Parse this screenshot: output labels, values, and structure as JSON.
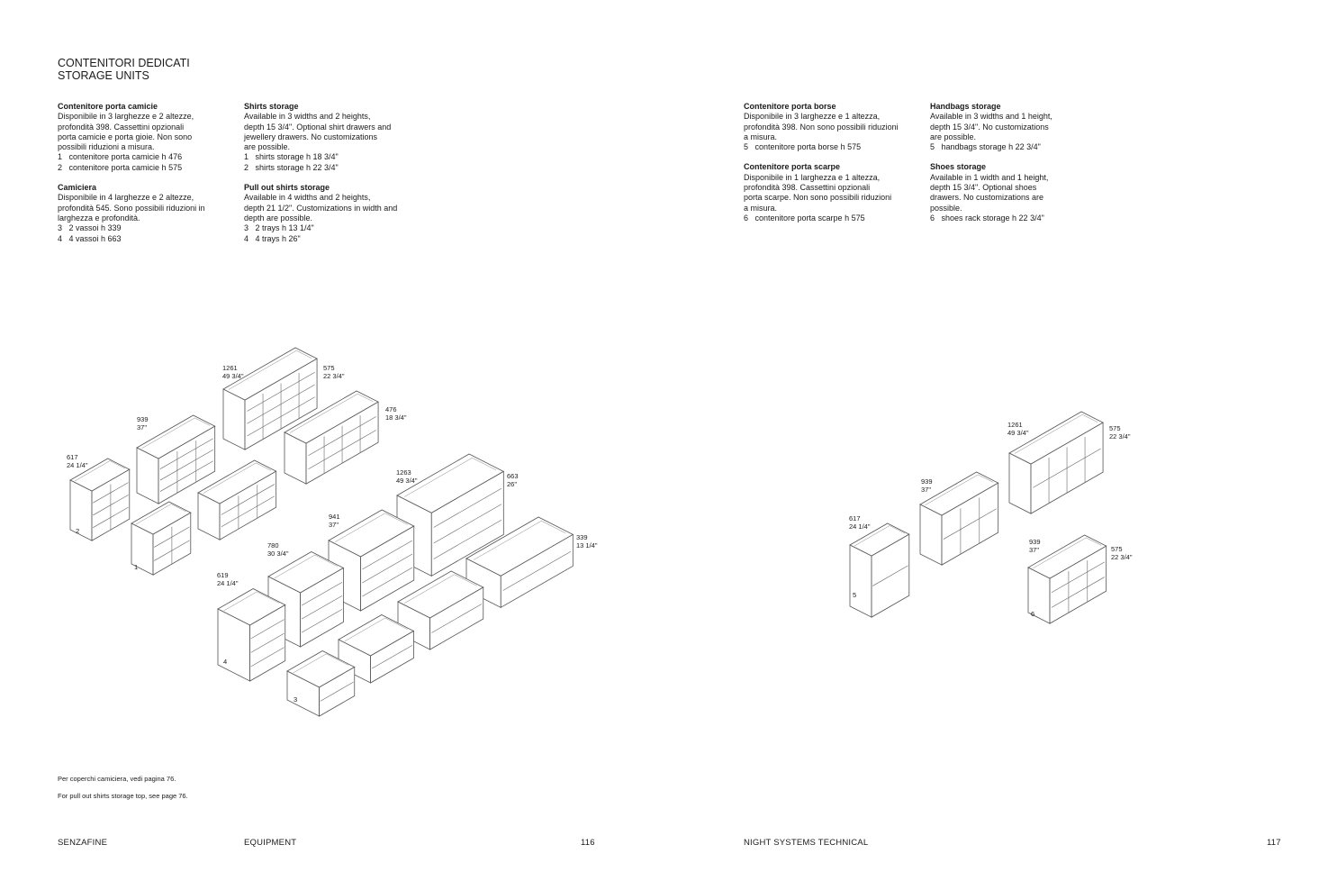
{
  "title": [
    "CONTENITORI DEDICATI",
    "STORAGE UNITS"
  ],
  "blocks": {
    "camicie_it": {
      "heading": "Contenitore porta camicie",
      "body": "Disponibile in 3 larghezze e 2 altezze,\nprofondità 398. Cassettini opzionali\nporta camicie e porta gioie. Non sono\npossibili riduzioni a misura.",
      "items": [
        "1   contenitore porta camicie h 476",
        "2   contenitore porta camicie h 575"
      ]
    },
    "camiciera_it": {
      "heading": "Camiciera",
      "body": "Disponibile in 4 larghezze e 2 altezze,\nprofondità 545. Sono possibili riduzioni in\nlarghezza e profondità.",
      "items": [
        "3   2 vassoi h 339",
        "4   4 vassoi h 663"
      ]
    },
    "shirts_en": {
      "heading": "Shirts storage",
      "body": "Available in 3 widths and 2 heights,\ndepth 15 3/4\". Optional shirt drawers and\njewellery drawers. No customizations\nare possible.",
      "items": [
        "1   shirts storage h 18 3/4\"",
        "2   shirts storage h 22 3/4\""
      ]
    },
    "pullout_en": {
      "heading": "Pull out shirts storage",
      "body": "Available in 4 widths and 2 heights,\ndepth 21 1/2\". Customizations in width and\ndepth are possible.",
      "items": [
        "3   2 trays h 13 1/4\"",
        "4   4 trays h 26\""
      ]
    },
    "borse_it": {
      "heading": "Contenitore porta borse",
      "body": "Disponibile in 3 larghezze e 1 altezza,\nprofondità 398. Non sono possibili riduzioni\na misura.",
      "items": [
        "5   contenitore porta borse h 575"
      ]
    },
    "scarpe_it": {
      "heading": "Contenitore porta scarpe",
      "body": "Disponibile in 1 larghezza e 1 altezza,\nprofondità 398. Cassettini opzionali\nporta scarpe. Non sono possibili riduzioni\na misura.",
      "items": [
        "6   contenitore porta scarpe h 575"
      ]
    },
    "handbags_en": {
      "heading": "Handbags storage",
      "body": "Available in 3 widths and 1 height,\ndepth 15 3/4\". No customizations\nare possible.",
      "items": [
        "5   handbags storage h 22 3/4\""
      ]
    },
    "shoes_en": {
      "heading": "Shoes storage",
      "body": "Available in 1 width and 1 height,\ndepth 15 3/4\". Optional shoes\ndrawers. No customizations are\npossible.",
      "items": [
        "6   shoes rack storage h 22 3/4\""
      ]
    }
  },
  "dims": {
    "l1": "1261\n49 3/4\"",
    "l2": "575\n22 3/4\"",
    "l3": "939\n37\"",
    "l4": "476\n18 3/4\"",
    "l5": "617\n24 1/4\"",
    "l6": "1263\n49 3/4\"",
    "l7": "663\n26\"",
    "l8": "941\n37\"",
    "l9": "339\n13 1/4\"",
    "l10": "780\n30 3/4\"",
    "l11": "619\n24 1/4\"",
    "n2": "2",
    "n1": "1",
    "n4": "4",
    "n3": "3",
    "r1": "1261\n49 3/4\"",
    "r2": "575\n22 3/4\"",
    "r3": "939\n37\"",
    "r4": "617\n24 1/4\"",
    "r5": "939\n37\"",
    "r6": "575\n22 3/4\"",
    "n5": "5",
    "n6": "6"
  },
  "notes": [
    "Per coperchi camiciera, vedi pagina 76.",
    "For pull out shirts storage top, see page 76."
  ],
  "footer": {
    "brand": "SENZAFINE",
    "section_left": "EQUIPMENT",
    "page_left": "116",
    "section_right": "NIGHT SYSTEMS TECHNICAL",
    "page_right": "117"
  }
}
